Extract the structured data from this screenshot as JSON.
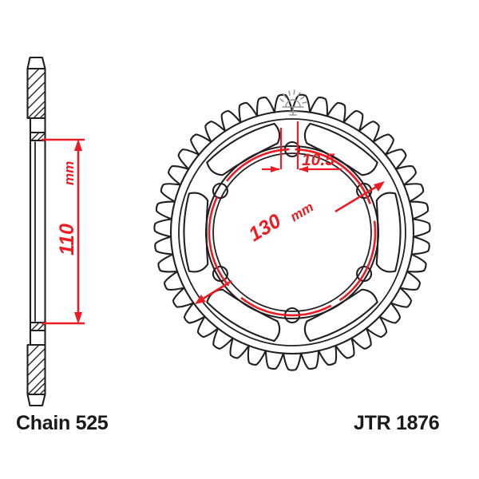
{
  "document": {
    "type": "technical-drawing",
    "subject": "motorcycle rear sprocket",
    "background_color": "#ffffff",
    "line_color": "#231f20",
    "dimension_color": "#ed1c24",
    "detail_mark_color": "#939598"
  },
  "labels": {
    "chain": "Chain 525",
    "part_number": "JTR 1876"
  },
  "dimensions": {
    "thickness": {
      "value": "10.5",
      "unit": "",
      "full": "10.5",
      "description": "bolt hole diameter dimension on front view"
    },
    "bolt_circle": {
      "value": "130",
      "unit": "mm",
      "full": "130 mm",
      "description": "bolt circle diameter of the six mounting holes"
    },
    "center_bore": {
      "value": "110",
      "unit": "mm",
      "full": "110 mm",
      "description": "center bore diameter measured on the side profile view"
    }
  },
  "views": {
    "side_profile": {
      "name": "side-profile-section",
      "description": "vertical cross-section of sprocket showing hatched tooth sections at top and bottom"
    },
    "front_face": {
      "name": "front-face-view",
      "description": "face-on view of the sprocket showing teeth, six bolt holes and six kidney lightening slots"
    }
  },
  "sprocket": {
    "teeth_count": 43,
    "bolt_holes": 6,
    "lightening_slots": 6
  }
}
